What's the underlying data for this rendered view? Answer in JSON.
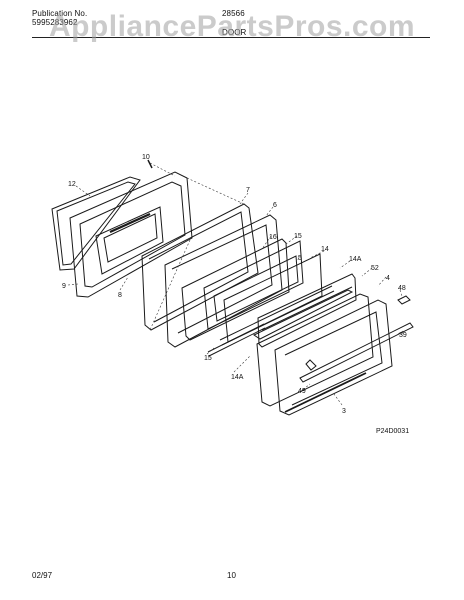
{
  "header": {
    "publication_label": "Publication No.",
    "publication_number": "5995283962",
    "model": "28566",
    "section_title": "DOOR"
  },
  "watermark": "AppliancePartsPros.com",
  "diagram": {
    "callouts": {
      "c10a": "10",
      "c12": "12",
      "c9": "9",
      "c8": "8",
      "c7": "7",
      "c6": "6",
      "c16": "16",
      "c15a": "15",
      "c14a": "14",
      "c5": "5",
      "c14b": "14A",
      "c52": "52",
      "c4": "4",
      "c48": "48",
      "c39": "39",
      "c15b": "15",
      "c14c": "14A",
      "c49": "49",
      "c3": "3"
    },
    "figure_id": "P24D0031"
  },
  "footer": {
    "date": "02/97",
    "page": "10"
  }
}
